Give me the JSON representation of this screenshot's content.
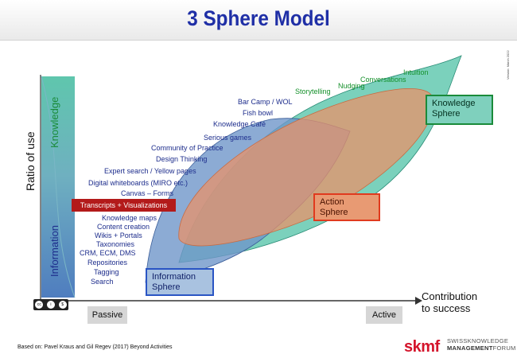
{
  "title": "3 Sphere Model",
  "version": "Version: March 2022",
  "y_axis_label": "Ratio of use",
  "bar_labels": {
    "knowledge": "Knowledge",
    "information": "Information"
  },
  "x_axis": {
    "passive": "Passive",
    "active": "Active",
    "contribution_line1": "Contribution",
    "contribution_line2": "to success"
  },
  "spheres": {
    "information": {
      "line1": "Information",
      "line2": "Sphere"
    },
    "action": {
      "line1": "Action",
      "line2": "Sphere"
    },
    "knowledge": {
      "line1": "Knowledge",
      "line2": "Sphere"
    }
  },
  "methods_blue": [
    "Search",
    "Tagging",
    "Repositories",
    "CRM, ECM, DMS",
    "Taxonomies",
    "Wikis + Portals",
    "Content creation",
    "Knowledge maps",
    "Canvas – Forms",
    "Digital whiteboards (MIRO etc.)",
    "Expert search / Yellow pages",
    "Design Thinking",
    "Community of Practice",
    "Serious games",
    "Knowledge Café",
    "Fish bowl",
    "Bar Camp / WOL"
  ],
  "highlighted_method": "Transcripts + Visualizations",
  "methods_green": [
    "Storytelling",
    "Nudging",
    "Conversations",
    "Intuition"
  ],
  "source": "Based on: Pavel Kraus and Gil Regev (2017) Beyond Activities",
  "logo": {
    "mark": "skmf",
    "line1": "SWISSKNOWLEDGE",
    "line2a": "MANAGEMENT",
    "line2b": "FORUM"
  },
  "colors": {
    "title": "#1f2fa6",
    "info_sphere": "#6f96c9",
    "action_sphere": "#e8916a",
    "knowledge_sphere": "#4fc1a6",
    "highlight": "#b31a1a"
  }
}
